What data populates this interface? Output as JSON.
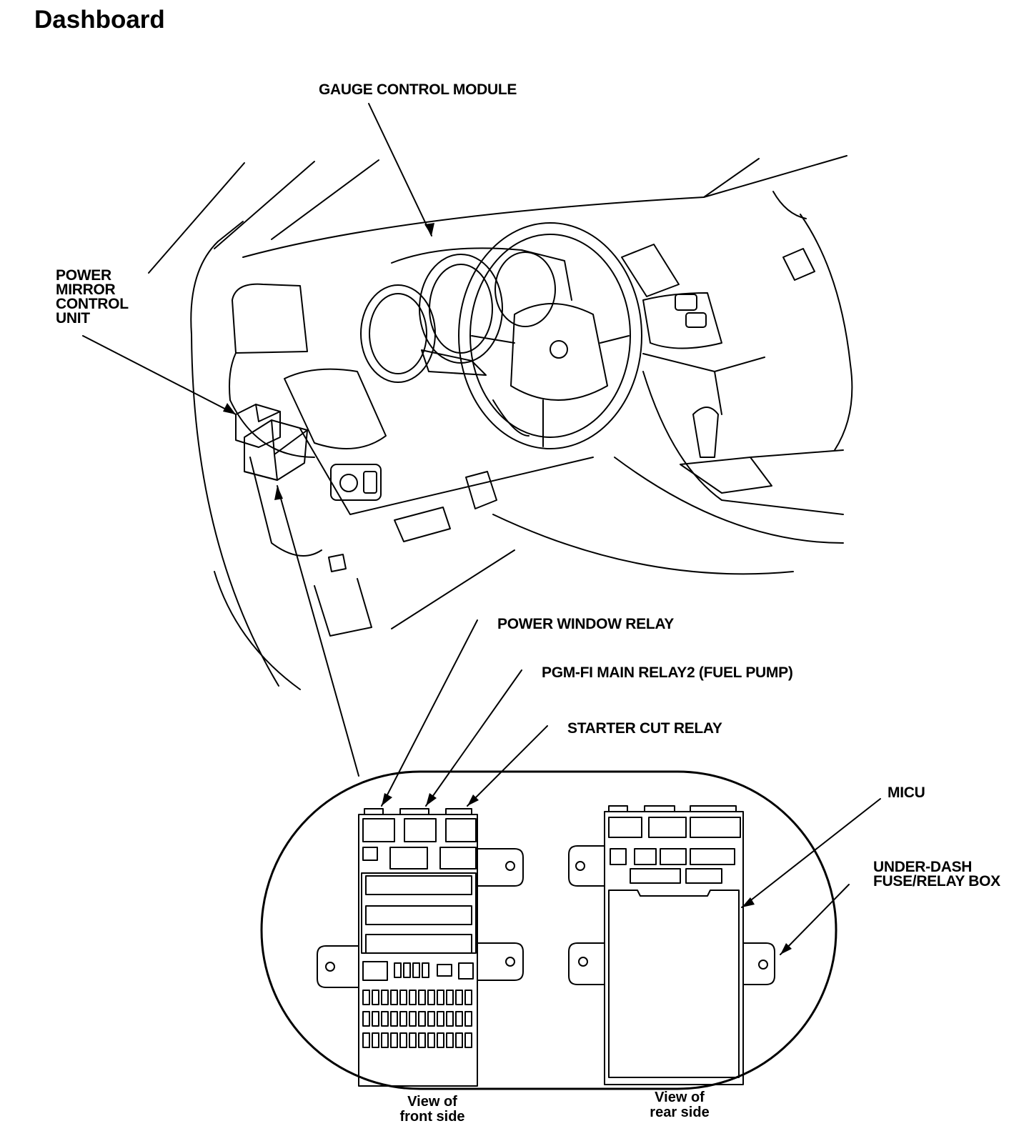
{
  "title": "Dashboard",
  "labels": {
    "gauge_control_module": "GAUGE CONTROL MODULE",
    "power_mirror_control_unit": [
      "POWER",
      "MIRROR",
      "CONTROL",
      "UNIT"
    ],
    "power_window_relay": "POWER WINDOW RELAY",
    "pgm_fi_main_relay2": "PGM-FI MAIN RELAY2 (FUEL PUMP)",
    "starter_cut_relay": "STARTER CUT RELAY",
    "micu": "MICU",
    "under_dash_fuse_relay_box": [
      "UNDER-DASH",
      "FUSE/RELAY BOX"
    ]
  },
  "views": {
    "front": [
      "View of",
      "front side"
    ],
    "rear": [
      "View of",
      "rear side"
    ]
  }
}
